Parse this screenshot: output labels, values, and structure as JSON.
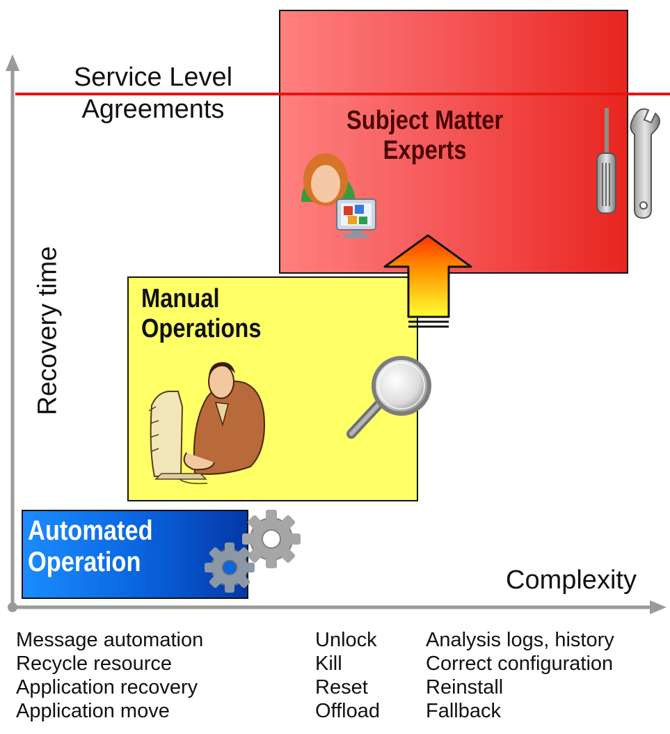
{
  "axes": {
    "y_label": "Recovery time",
    "x_label": "Complexity"
  },
  "sla": {
    "line1": "Service Level",
    "line2": "Agreements",
    "line_color": "#e8140e"
  },
  "boxes": {
    "sme": {
      "line1": "Subject Matter",
      "line2": "Experts",
      "color": "#f04a4a"
    },
    "manual": {
      "line1": "Manual",
      "line2": "Operations",
      "color": "#ffff66"
    },
    "automated": {
      "line1": "Automated",
      "line2": "Operation",
      "color": "#0a66e0"
    }
  },
  "icons": {
    "sme_person": "user-at-computer-icon",
    "tools": "screwdriver-and-wrench-icon",
    "manual_worker": "office-worker-clipart-icon",
    "magnifier": "magnifying-glass-icon",
    "gears": "gears-icon",
    "escalation": "upward-arrow-icon"
  },
  "columns": {
    "actions": [
      "Message automation",
      "Recycle resource",
      "Application recovery",
      "Application move"
    ],
    "commands": [
      "Unlock",
      "Kill",
      "Reset",
      "Offload"
    ],
    "expert_tasks": [
      "Analysis logs, history",
      "Correct configuration",
      "Reinstall",
      "Fallback"
    ]
  }
}
